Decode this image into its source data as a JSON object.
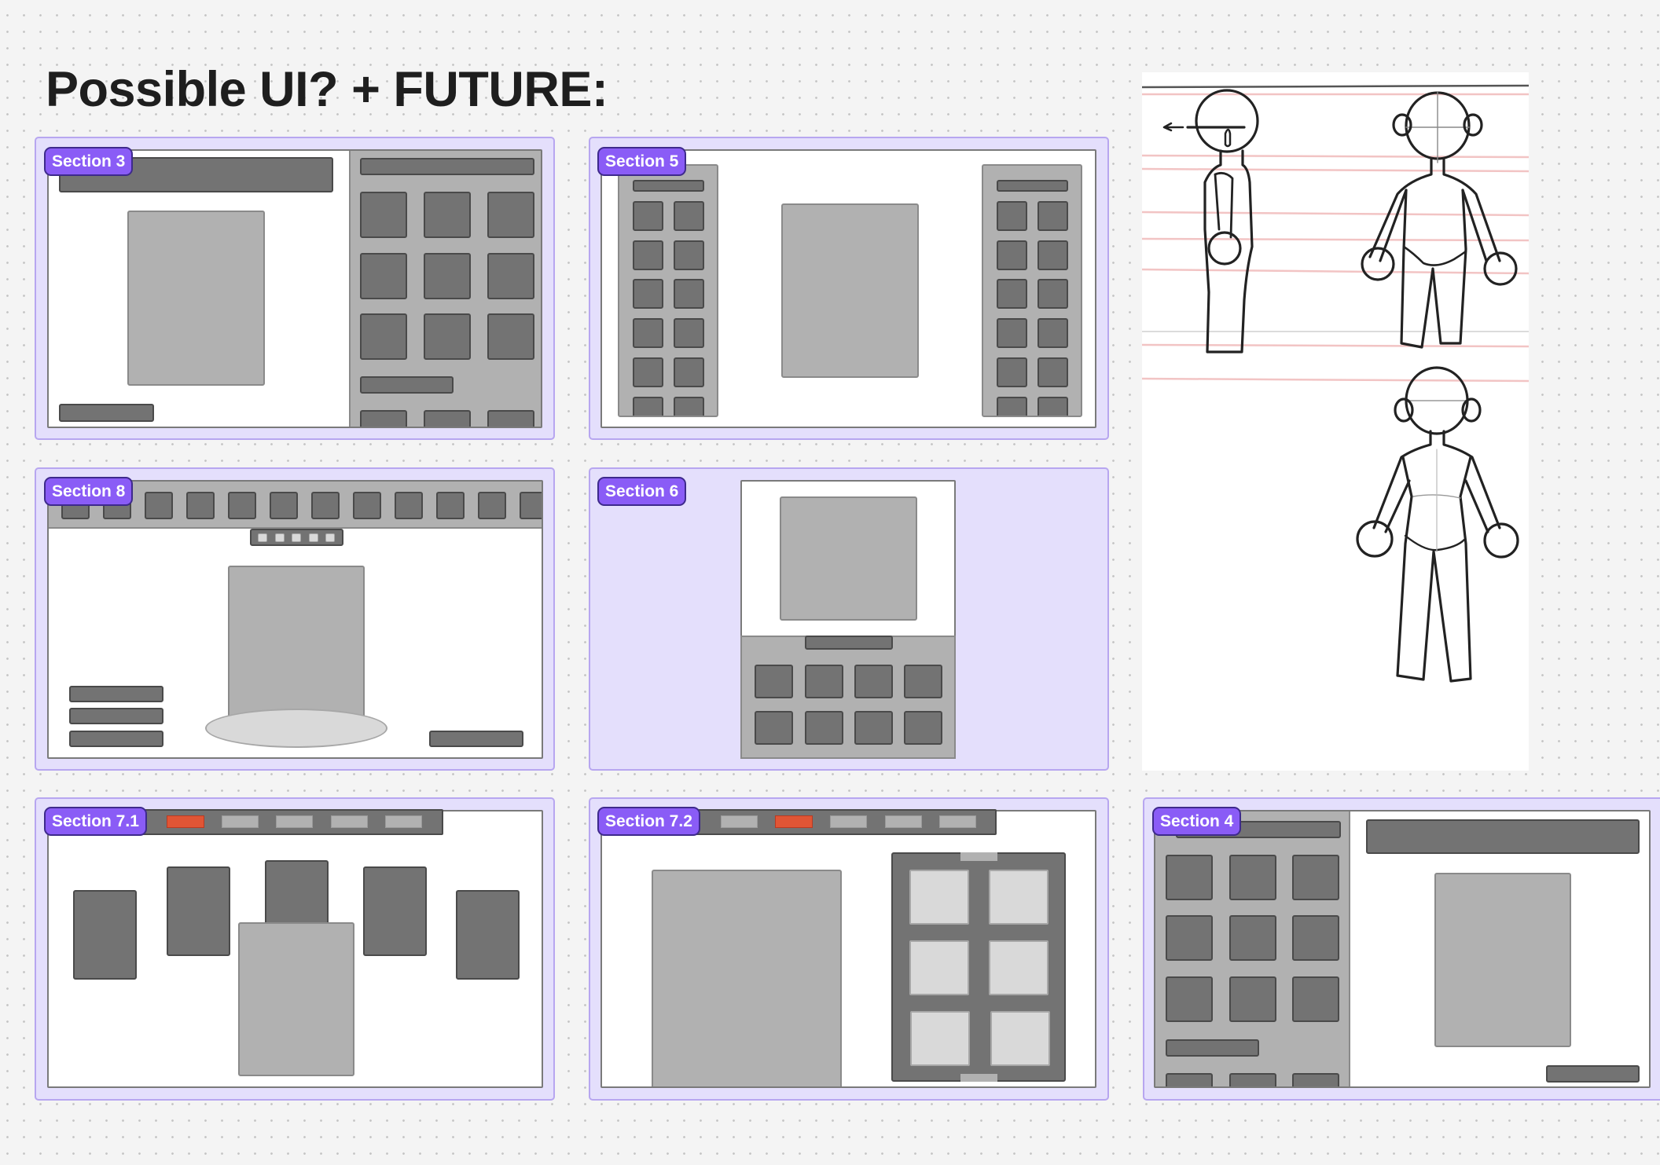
{
  "canvas": {
    "title": "Possible UI? + FUTURE:",
    "background_color": "#f4f4f4",
    "dot_color": "#c4c4c4"
  },
  "colors": {
    "section_fill": "#e4dffc",
    "section_border": "#b7a6f0",
    "badge_fill": "#8a5cf6",
    "badge_border": "#3e2a8c",
    "dark_block": "#737373",
    "light_block": "#b1b1b1",
    "very_light_block": "#d9d9d9",
    "active_tab": "#e05535",
    "sketch_guide_lines": "#f2c4c4"
  },
  "sections": [
    {
      "label": "Section 3",
      "layout": "content-left-grid-right"
    },
    {
      "label": "Section 5",
      "layout": "two-side-grids-center-image"
    },
    {
      "label": "Section 8",
      "layout": "top-toolbar-center-stage"
    },
    {
      "label": "Section 6",
      "layout": "mobile-portrait"
    },
    {
      "label": "Section 7.1",
      "layout": "tabs-card-fan",
      "active_tab": 1,
      "tab_count": 5
    },
    {
      "label": "Section 7.2",
      "layout": "tabs-image-grid",
      "active_tab": 2,
      "tab_count": 5
    },
    {
      "label": "Section 4",
      "layout": "grid-left-content-right"
    }
  ],
  "sketch": {
    "description": "character reference sketch: side view, back view, front view",
    "figures": [
      "side-view",
      "back-view",
      "front-view"
    ]
  }
}
